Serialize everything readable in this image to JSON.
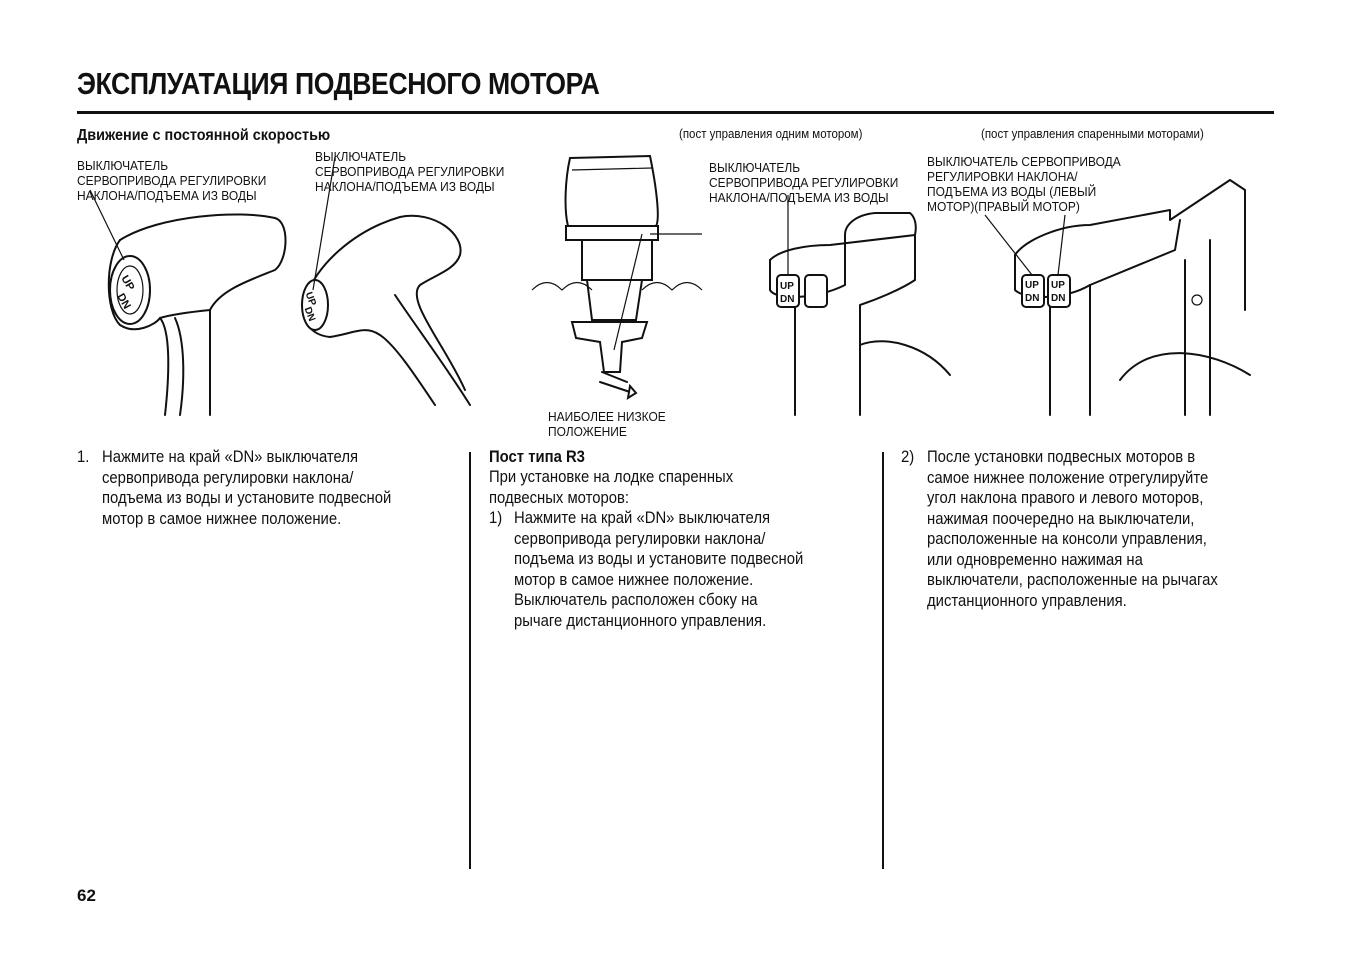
{
  "page": {
    "title": "ЭКСПЛУАТАЦИЯ ПОДВЕСНОГО МОТОРА",
    "page_number": "62"
  },
  "section": {
    "heading": "Движение с постоянной скоростью"
  },
  "figures": {
    "label_left_1": "ВЫКЛЮЧАТЕЛЬ\nСЕРВОПРИВОДА РЕГУЛИРОВКИ\nНАКЛОНА/ПОДЪЕМА ИЗ ВОДЫ",
    "label_left_2": "ВЫКЛЮЧАТЕЛЬ\nСЕРВОПРИВОДА РЕГУЛИРОВКИ\nНАКЛОНА/ПОДЪЕМА ИЗ ВОДЫ",
    "label_lowest": "НАИБОЛЕЕ НИЗКОЕ\nПОЛОЖЕНИЕ",
    "caption_single": "(пост управления одним мотором)",
    "label_single": "ВЫКЛЮЧАТЕЛЬ\nСЕРВОПРИВОДА РЕГУЛИРОВКИ\nНАКЛОНА/ПОДЪЕМА ИЗ ВОДЫ",
    "caption_twin": "(пост управления спаренными моторами)",
    "label_twin": "ВЫКЛЮЧАТЕЛЬ СЕРВОПРИВОДА\nРЕГУЛИРОВКИ НАКЛОНА/\nПОДЪЕМА ИЗ ВОДЫ (ЛЕВЫЙ\nМОТОР)(ПРАВЫЙ МОТОР)",
    "switch_up": "UP",
    "switch_dn": "DN"
  },
  "columns": {
    "col1": {
      "marker": "1.",
      "text": "Нажмите на край «DN» выключателя\nсервопривода регулировки наклона/\nподъема из воды и установите подвесной\nмотор в самое нижнее положение."
    },
    "col2": {
      "heading": "Пост типа R3",
      "intro": "При установке на лодке спаренных\nподвесных моторов:",
      "marker": "1)",
      "text": "Нажмите на край «DN» выключателя\nсервопривода регулировки наклона/\nподъема из воды и установите подвесной\nмотор в самое нижнее положение.\nВыключатель расположен сбоку на\nрычаге дистанционного управления."
    },
    "col3": {
      "marker": "2)",
      "text": "После установки подвесных моторов в\nсамое нижнее положение отрегулируйте\nугол наклона правого и левого моторов,\nнажимая поочередно на выключатели,\nрасположенные на консоли управления,\nили одновременно нажимая на\nвыключатели, расположенные на рычагах\nдистанционного управления."
    }
  }
}
